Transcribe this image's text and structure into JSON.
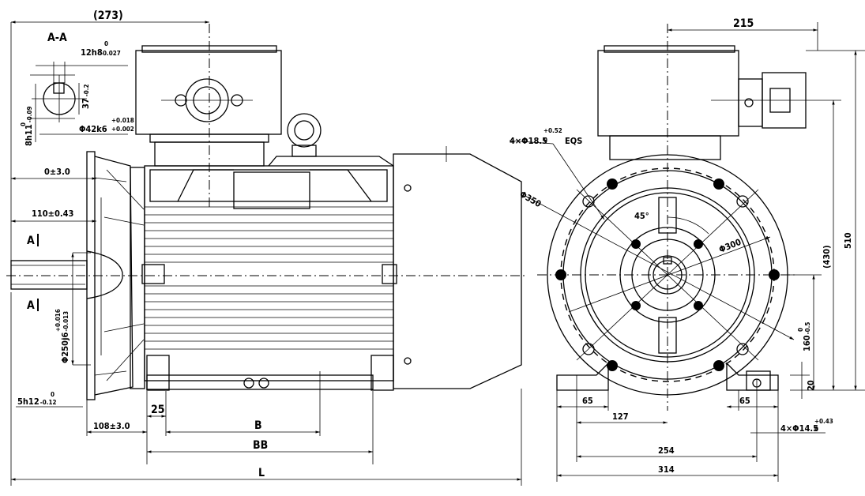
{
  "dimensions": {
    "d273": "(273)",
    "section": "A-A",
    "key_width": "12h8",
    "key_width_tol_up": "0",
    "key_width_tol_lo": "-0.027",
    "shaft_dim": "37",
    "shaft_dim_tol": "-0.2",
    "key_height": "8h11",
    "key_height_tol_up": "0",
    "key_height_tol_lo": "-0.09",
    "shaft_dia": "Φ42k6",
    "shaft_dia_tol_up": "+0.018",
    "shaft_dia_tol_lo": "+0.002",
    "flange_offset": "0±3.0",
    "shaft_len": "110±0.43",
    "sec_a": "A",
    "spigot": "Φ250j6",
    "spigot_tol_up": "+0.016",
    "spigot_tol_lo": "-0.013",
    "flange_thk": "5h12",
    "flange_thk_tol_up": "0",
    "flange_thk_tol_lo": "-0.12",
    "d108": "108±3.0",
    "d25": "25",
    "B": "B",
    "BB": "BB",
    "L": "L",
    "d215": "215",
    "holes": "4×Φ18.5",
    "holes_tol_up": "+0.52",
    "holes_tol_lo": "0",
    "eqs": "EQS",
    "d350": "Φ350",
    "angle": "45°",
    "d300": "Φ300",
    "d430": "(430)",
    "d510": "510",
    "height": "160",
    "height_tol_up": "0",
    "height_tol_lo": "-0.5",
    "d20": "20",
    "d65a": "65",
    "d65b": "65",
    "d127": "127",
    "foot_holes": "4×Φ14.5",
    "foot_holes_tol_up": "+0.43",
    "foot_holes_tol_lo": "0",
    "d254": "254",
    "d314": "314"
  }
}
